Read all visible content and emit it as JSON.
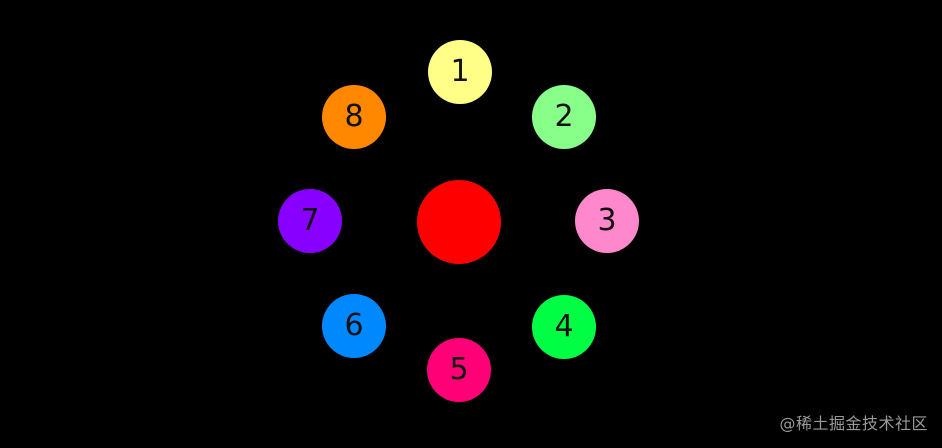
{
  "center": {
    "color": "#ff0000"
  },
  "orbit_items": [
    {
      "label": "1",
      "color": "#ffff88"
    },
    {
      "label": "2",
      "color": "#88ff88"
    },
    {
      "label": "3",
      "color": "#ff88cc"
    },
    {
      "label": "4",
      "color": "#00ff44"
    },
    {
      "label": "5",
      "color": "#ff0077"
    },
    {
      "label": "6",
      "color": "#0088ff"
    },
    {
      "label": "7",
      "color": "#8800ff"
    },
    {
      "label": "8",
      "color": "#ff8800"
    }
  ],
  "watermark": {
    "text": "@稀土掘金技术社区"
  },
  "colors": {
    "background": "#000000",
    "label_text": "#111111",
    "watermark_text": "#9a9a9a"
  }
}
